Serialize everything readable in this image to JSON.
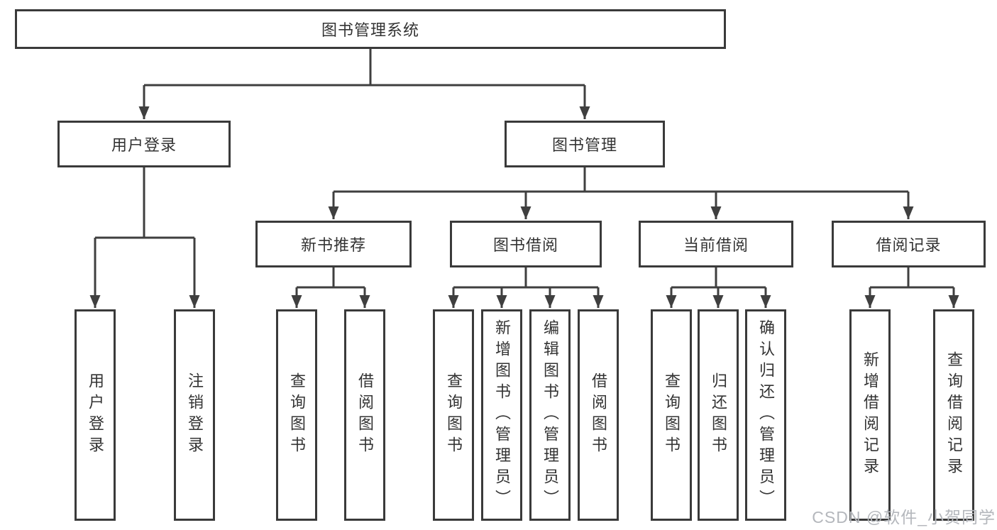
{
  "tree": {
    "label": "图书管理系统",
    "children": [
      {
        "label": "用户登录",
        "children": [
          {
            "label": "用户登录"
          },
          {
            "label": "注销登录"
          }
        ]
      },
      {
        "label": "图书管理",
        "children": [
          {
            "label": "新书推荐",
            "children": [
              {
                "label": "查询图书"
              },
              {
                "label": "借阅图书"
              }
            ]
          },
          {
            "label": "图书借阅",
            "children": [
              {
                "label": "查询图书"
              },
              {
                "label": "新增图书（管理员）"
              },
              {
                "label": "编辑图书（管理员）"
              },
              {
                "label": "借阅图书"
              }
            ]
          },
          {
            "label": "当前借阅",
            "children": [
              {
                "label": "查询图书"
              },
              {
                "label": "归还图书"
              },
              {
                "label": "确认归还（管理员）"
              }
            ]
          },
          {
            "label": "借阅记录",
            "children": [
              {
                "label": "新增借阅记录"
              },
              {
                "label": "查询借阅记录"
              }
            ]
          }
        ]
      }
    ]
  },
  "watermark": {
    "text": "CSDN @软件_小贺同学",
    "color": "#b4b7bc"
  },
  "colors": {
    "line": "#3f3f3f",
    "box_border": "#3a3a3a",
    "text": "#333333",
    "background": "#ffffff"
  }
}
